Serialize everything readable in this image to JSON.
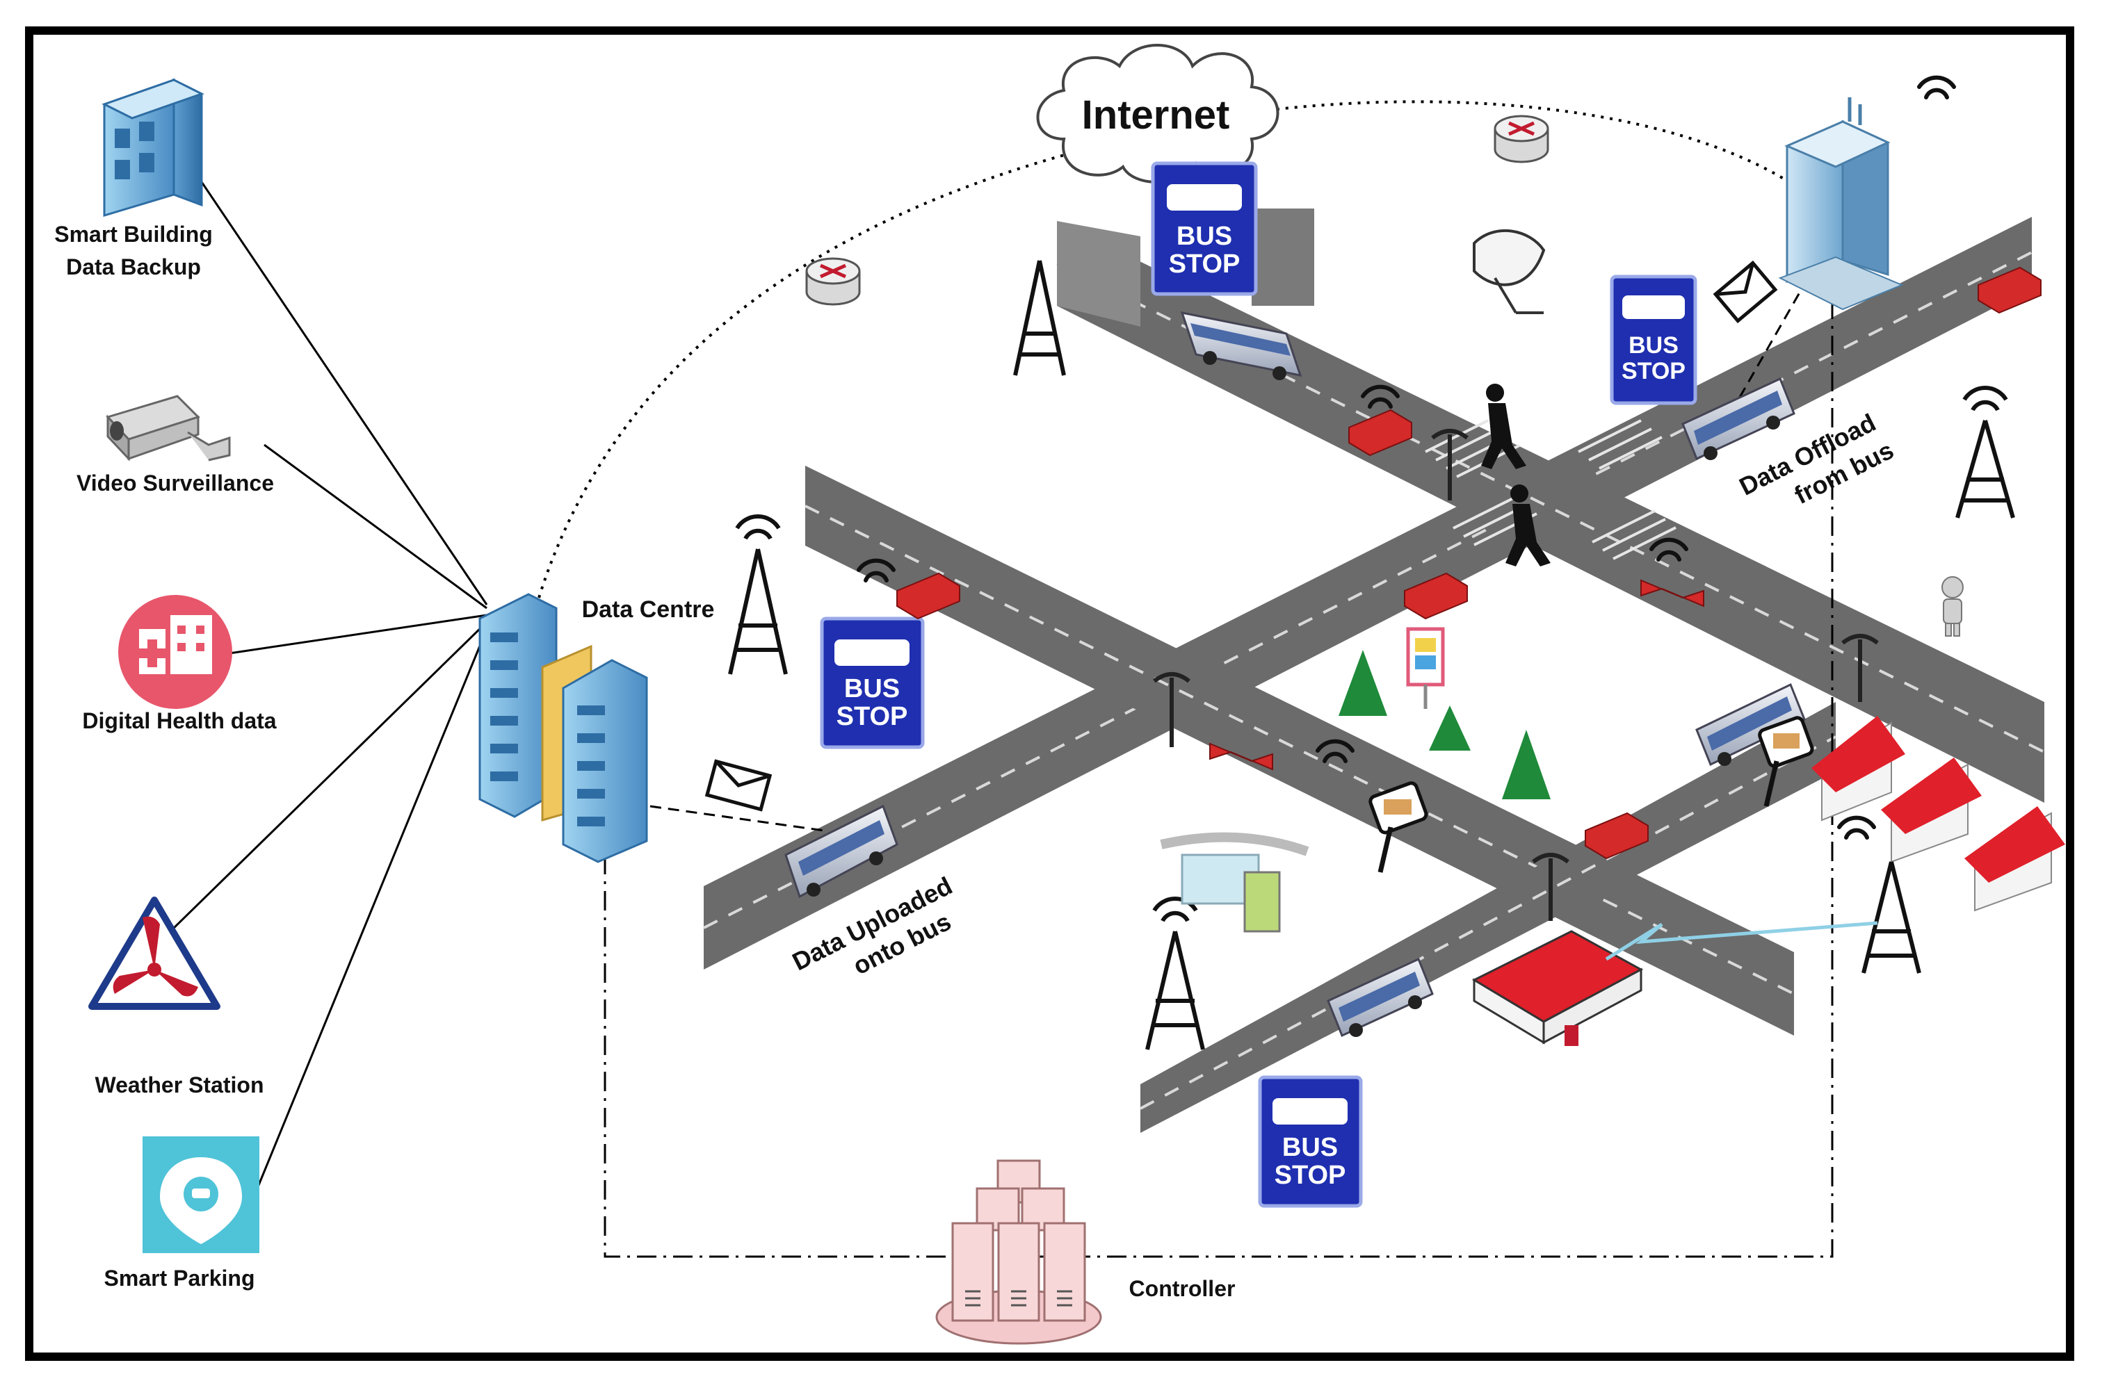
{
  "diagram": {
    "sources": [
      {
        "key": "smart-building",
        "lines": [
          "Smart Building",
          "Data Backup"
        ]
      },
      {
        "key": "video-surveillance",
        "lines": [
          "Video Surveillance"
        ]
      },
      {
        "key": "digital-health",
        "lines": [
          "Digital Health data"
        ]
      },
      {
        "key": "weather-station",
        "lines": [
          "Weather Station"
        ]
      },
      {
        "key": "smart-parking",
        "lines": [
          "Smart Parking"
        ]
      }
    ],
    "labels": {
      "internet": "Internet",
      "data_centre": "Data Centre",
      "controller": "Controller",
      "data_uploaded": [
        "Data Uploaded",
        "onto bus"
      ],
      "data_offload": [
        "Data Offload",
        "from bus"
      ]
    },
    "bus_stop": [
      "BUS",
      "STOP"
    ],
    "colors": {
      "road": "#6b6b6b",
      "lane_marking": "#d9d9d9",
      "bus_stop_sign": "#1f2fb0",
      "car": "#d42a2a",
      "house_roof": "#e0202a",
      "health_icon": "#e8566b",
      "parking_icon": "#4fc3d8",
      "weather_icon": "#1e3a8a",
      "tree": "#1f8a3a"
    }
  }
}
